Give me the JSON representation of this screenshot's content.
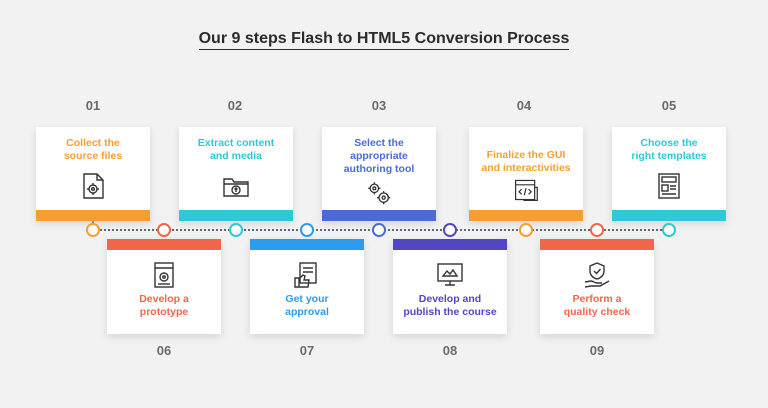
{
  "title": "Our 9 steps Flash to HTML5 Conversion Process",
  "steps": [
    {
      "num": "01",
      "label": [
        "Collect the",
        "source files"
      ],
      "color": "#f59f2f",
      "icon": "file-gear-icon"
    },
    {
      "num": "02",
      "label": [
        "Extract content",
        "and media"
      ],
      "color": "#2ec9d6",
      "icon": "folder-upload-icon"
    },
    {
      "num": "03",
      "label": [
        "Select the",
        "appropriate",
        "authoring tool"
      ],
      "color": "#4a6bd6",
      "icon": "gears-icon"
    },
    {
      "num": "04",
      "label": [
        "Finalize the GUI",
        "and interactivities"
      ],
      "color": "#f59f2f",
      "icon": "code-window-icon"
    },
    {
      "num": "05",
      "label": [
        "Choose the",
        "right templates"
      ],
      "color": "#2ec9d6",
      "icon": "template-layout-icon"
    },
    {
      "num": "06",
      "label": [
        "Develop a",
        "prototype"
      ],
      "color": "#f2664a",
      "icon": "prototype-doc-icon"
    },
    {
      "num": "07",
      "label": [
        "Get your",
        "approval"
      ],
      "color": "#2b9cf0",
      "icon": "approval-doc-icon"
    },
    {
      "num": "08",
      "label": [
        "Develop and",
        "publish the course"
      ],
      "color": "#5246c4",
      "icon": "course-screen-icon"
    },
    {
      "num": "09",
      "label": [
        "Perform a",
        "quality check"
      ],
      "color": "#f2664a",
      "icon": "hand-shield-icon"
    }
  ]
}
